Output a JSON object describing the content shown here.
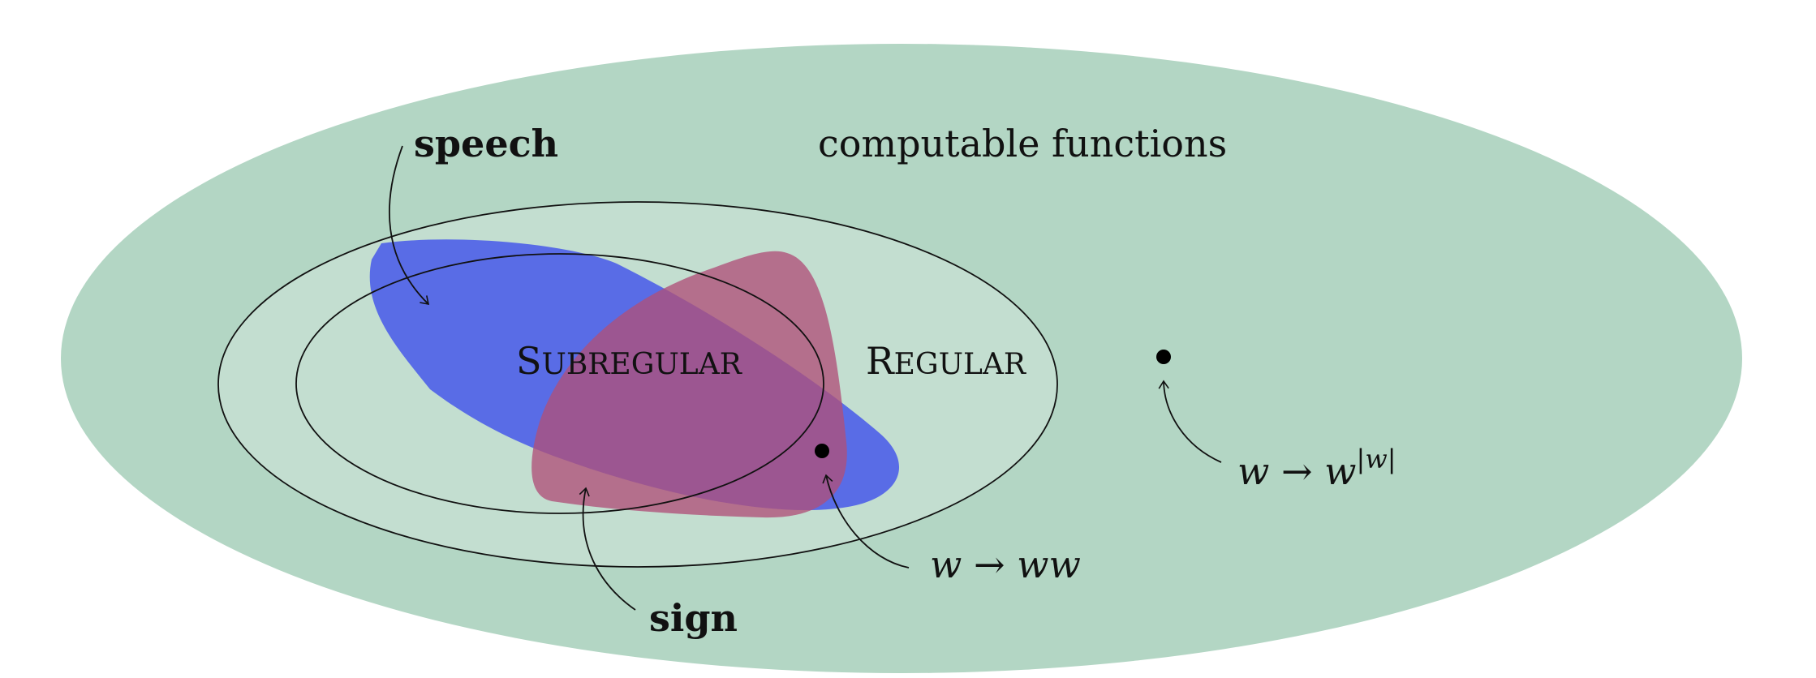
{
  "labels": {
    "computable": "computable functions",
    "regular_cap": "R",
    "regular_rest": "EGULAR",
    "subregular_cap": "S",
    "subregular_rest": "UBREGULAR",
    "speech": "speech",
    "sign": "sign"
  },
  "examples": {
    "ww": {
      "lhs": "w",
      "arrow": "→",
      "rhs": "ww"
    },
    "power": {
      "lhs": "w",
      "arrow": "→",
      "rhs": "w",
      "exponent": "|w|"
    }
  },
  "colors": {
    "computable": "#b3d6c4",
    "regular": "#c3ded0",
    "speech": "#4a5ce8",
    "sign": "#b85a80",
    "speech_text": "#1a1aff",
    "sign_text": "#7a1a7a",
    "subregular_text": "#1a1a9a"
  }
}
